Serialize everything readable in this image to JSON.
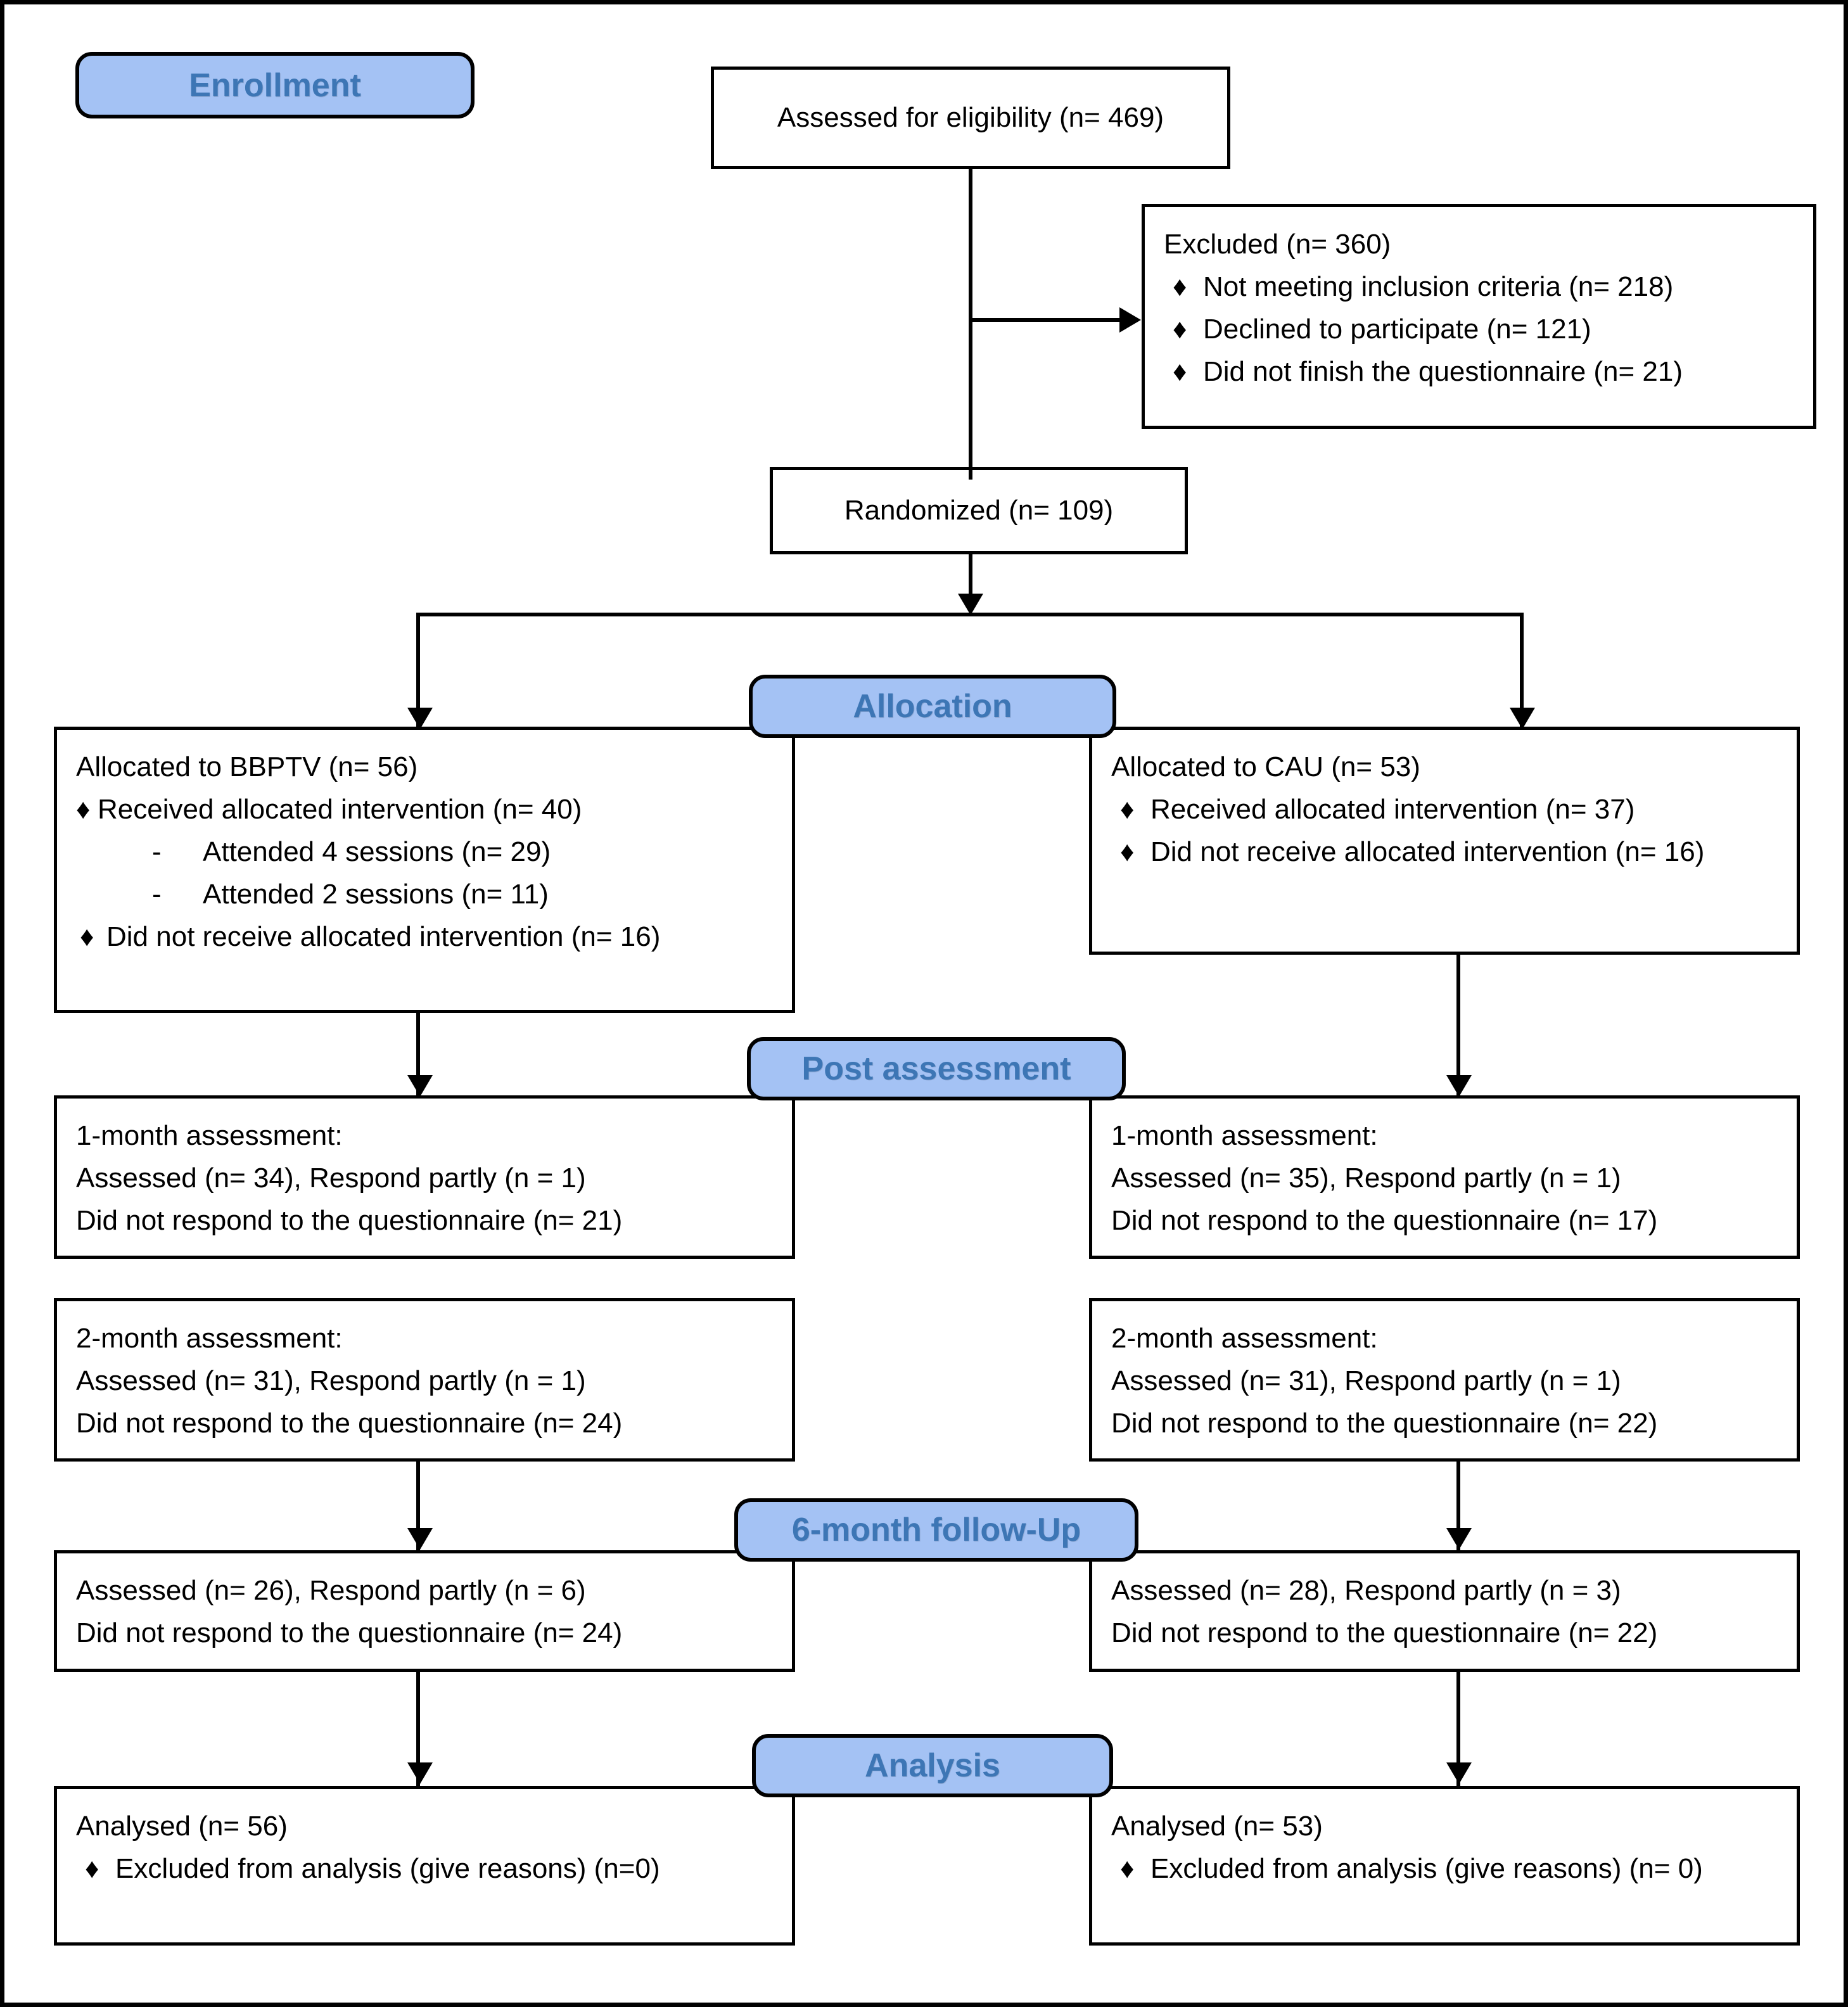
{
  "diagram": {
    "title": "CONSORT participant flow diagram",
    "accent_color": "#a4c2f4",
    "pill_text_color": "#3d76b5",
    "box_border_color": "#000000",
    "background_color": "#ffffff"
  },
  "stages": {
    "enrollment": "Enrollment",
    "allocation": "Allocation",
    "post_assessment": "Post assessment",
    "follow_up": "6-month follow-Up",
    "analysis": "Analysis"
  },
  "enrollment": {
    "assessed": "Assessed for eligibility (n= 469)",
    "excluded": {
      "header": "Excluded (n= 360)",
      "reasons": [
        "Not meeting inclusion criteria (n= 218)",
        "Declined to participate (n= 121)",
        "Did not finish the questionnaire (n= 21)"
      ]
    },
    "randomized": "Randomized (n= 109)"
  },
  "allocation": {
    "left": {
      "header": "Allocated to BBPTV (n= 56)",
      "received": "Received allocated intervention (n= 40)",
      "sub_items": [
        "Attended 4 sessions (n= 29)",
        "Attended 2 sessions (n= 11)"
      ],
      "not_received": "Did not receive allocated intervention (n= 16)"
    },
    "right": {
      "header": "Allocated to CAU (n= 53)",
      "received": "Received allocated intervention (n= 37)",
      "not_received": "Did not receive allocated intervention (n= 16)"
    }
  },
  "post_assessment": {
    "one_month": {
      "left": {
        "header": "1-month assessment:",
        "assessed": "Assessed (n= 34), Respond partly (n = 1)",
        "no_response": "Did not respond to the questionnaire (n= 21)"
      },
      "right": {
        "header": "1-month assessment:",
        "assessed": "Assessed (n= 35), Respond partly (n = 1)",
        "no_response": "Did not respond to the questionnaire (n= 17)"
      }
    },
    "two_month": {
      "left": {
        "header": "2-month assessment:",
        "assessed": "Assessed (n= 31), Respond partly (n = 1)",
        "no_response": "Did not respond to the questionnaire (n= 24)"
      },
      "right": {
        "header": "2-month assessment:",
        "assessed": "Assessed (n= 31), Respond partly (n = 1)",
        "no_response": "Did not respond to the questionnaire (n= 22)"
      }
    }
  },
  "follow_up": {
    "left": {
      "assessed": "Assessed (n= 26), Respond partly (n = 6)",
      "no_response": "Did not respond to the questionnaire (n= 24)"
    },
    "right": {
      "assessed": "Assessed (n= 28), Respond partly (n = 3)",
      "no_response": "Did not respond to the questionnaire (n= 22)"
    }
  },
  "analysis": {
    "left": {
      "analysed": "Analysed (n= 56)",
      "excluded": "Excluded from analysis (give reasons) (n=0)"
    },
    "right": {
      "analysed": "Analysed (n= 53)",
      "excluded": "Excluded from analysis (give reasons) (n= 0)"
    }
  },
  "glyphs": {
    "diamond_bullet": "♦",
    "dash_bullet": "-"
  }
}
